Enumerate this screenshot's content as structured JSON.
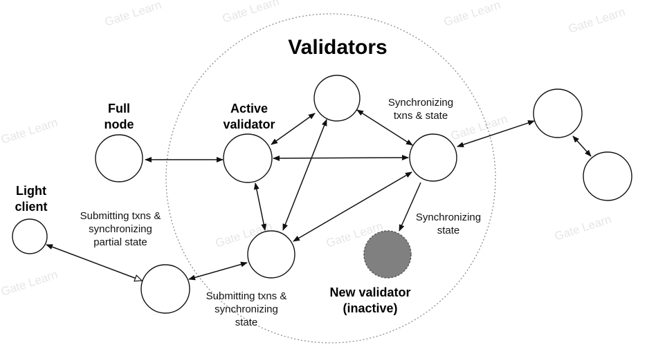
{
  "title": "Validators",
  "watermark": "Gate Learn",
  "nodes": {
    "full_node": "Full\nnode",
    "active_validator": "Active\nvalidator",
    "light_client": "Light\nclient",
    "new_validator": "New validator\n(inactive)"
  },
  "edge_labels": {
    "sync_txns_state": "Synchronizing\ntxns & state",
    "sync_state": "Synchronizing\nstate",
    "submitting_partial": "Submitting txns &\nsynchronizing\npartial state",
    "submitting_state": "Submitting txns &\nsynchronizing\nstate"
  },
  "colors": {
    "inactive_fill": "#808080",
    "stroke": "#111111",
    "boundary": "#8a8a8a"
  }
}
